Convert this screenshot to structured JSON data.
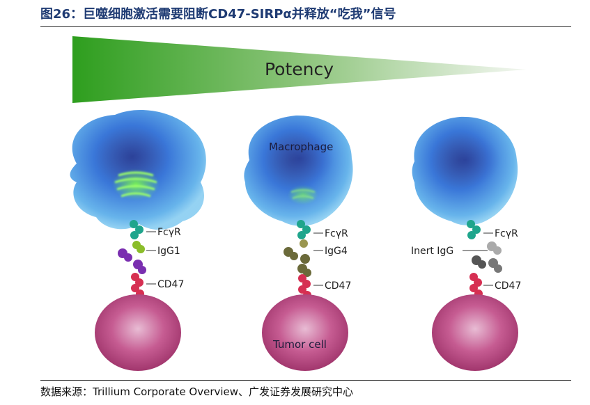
{
  "title": "图26：巨噬细胞激活需要阻断CD47-SIRPα并释放“吃我”信号",
  "potency_label": "Potency",
  "macrophage_label": "Macrophage",
  "tumor_label": "Tumor cell",
  "panels": [
    {
      "fcr": "FcγR",
      "antibody": "IgG1",
      "cd47": "CD47"
    },
    {
      "fcr": "FcγR",
      "antibody": "IgG4",
      "cd47": "CD47"
    },
    {
      "fcr": "FcγR",
      "antibody": "Inert IgG",
      "cd47": "CD47"
    }
  ],
  "source": "数据来源：Trillium Corporate Overview、广发证券发展研究中心",
  "colors": {
    "title": "#1f3b73",
    "potency_gradient_start": "#2e9e1e",
    "macrophage": "#2f6fd6",
    "tumor": "#b5477d",
    "fcr": "#1fa58c",
    "igg1": "#7a2fb0",
    "igg4": "#6b6a3a",
    "inert_igg": "#777777",
    "cd47": "#d62f52"
  }
}
